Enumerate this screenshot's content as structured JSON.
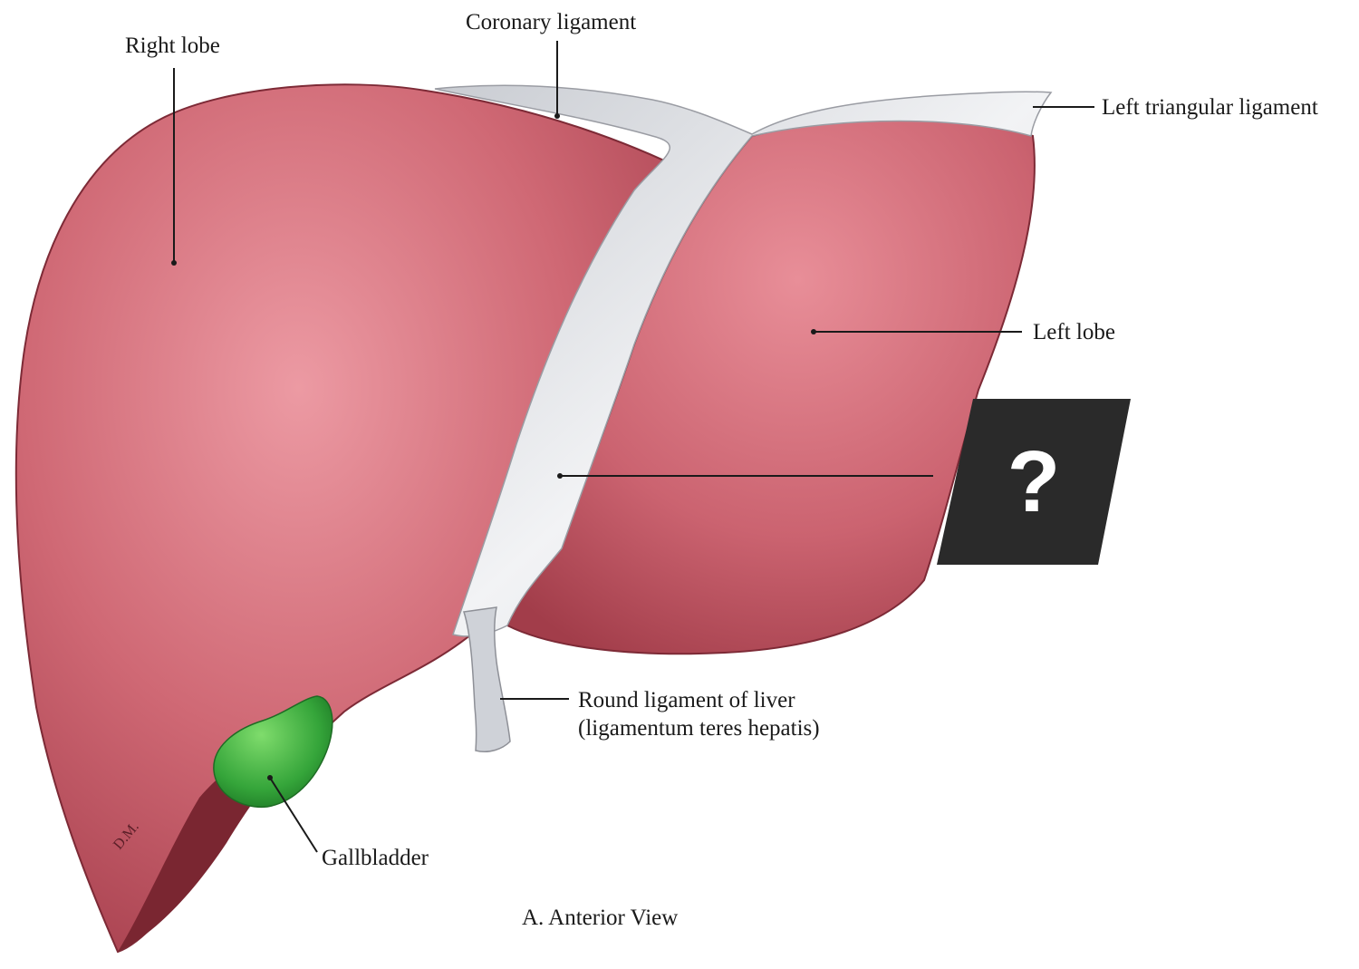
{
  "labels": {
    "right_lobe": "Right lobe",
    "coronary_ligament": "Coronary ligament",
    "left_triangular_ligament": "Left triangular ligament",
    "left_lobe": "Left lobe",
    "round_ligament_line1": "Round ligament of liver",
    "round_ligament_line2": "(ligamentum teres hepatis)",
    "gallbladder": "Gallbladder",
    "view_caption": "A. Anterior View",
    "hidden_label": "?",
    "artist_initials": "D.M."
  },
  "colors": {
    "liver": "#c45a68",
    "liver_highlight": "#e8909a",
    "liver_shadow": "#8e2f3c",
    "ligament": "#e6e7ea",
    "gallbladder": "#3fae3f",
    "question_box": "#2a2a2a"
  }
}
